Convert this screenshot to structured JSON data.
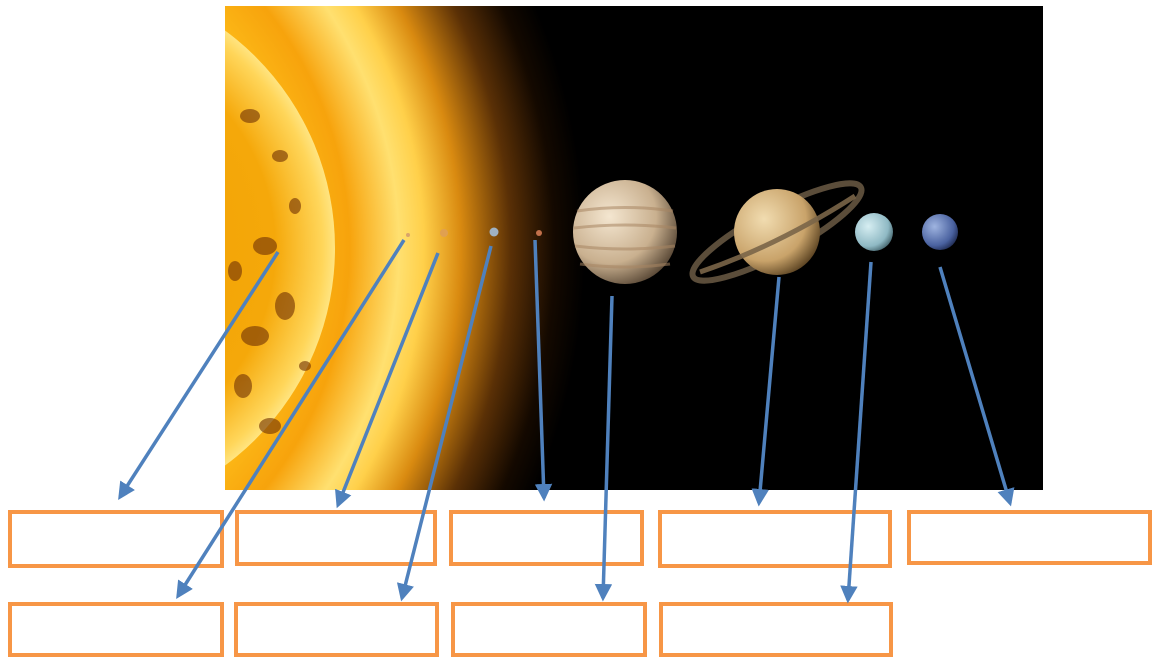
{
  "diagram": {
    "accent_colors": {
      "box_border": "#f79646",
      "arrow": "#4f81bd",
      "space_background": "#000000",
      "sun_core": "#ffd24a"
    },
    "bodies": [
      {
        "id": "sun",
        "icon": "sun-icon"
      },
      {
        "id": "planet-1",
        "icon": "planet-icon"
      },
      {
        "id": "planet-2",
        "icon": "planet-icon"
      },
      {
        "id": "planet-3",
        "icon": "planet-icon"
      },
      {
        "id": "planet-4",
        "icon": "planet-icon"
      },
      {
        "id": "planet-5",
        "icon": "gas-giant-icon"
      },
      {
        "id": "planet-6",
        "icon": "ringed-planet-icon"
      },
      {
        "id": "planet-7",
        "icon": "ice-giant-icon"
      },
      {
        "id": "planet-8",
        "icon": "ice-giant-icon"
      }
    ],
    "answer_boxes": [
      {
        "id": "box-1",
        "text": ""
      },
      {
        "id": "box-2",
        "text": ""
      },
      {
        "id": "box-3",
        "text": ""
      },
      {
        "id": "box-4",
        "text": ""
      },
      {
        "id": "box-5",
        "text": ""
      },
      {
        "id": "box-6",
        "text": ""
      },
      {
        "id": "box-7",
        "text": ""
      },
      {
        "id": "box-8",
        "text": ""
      },
      {
        "id": "box-9",
        "text": ""
      }
    ]
  }
}
